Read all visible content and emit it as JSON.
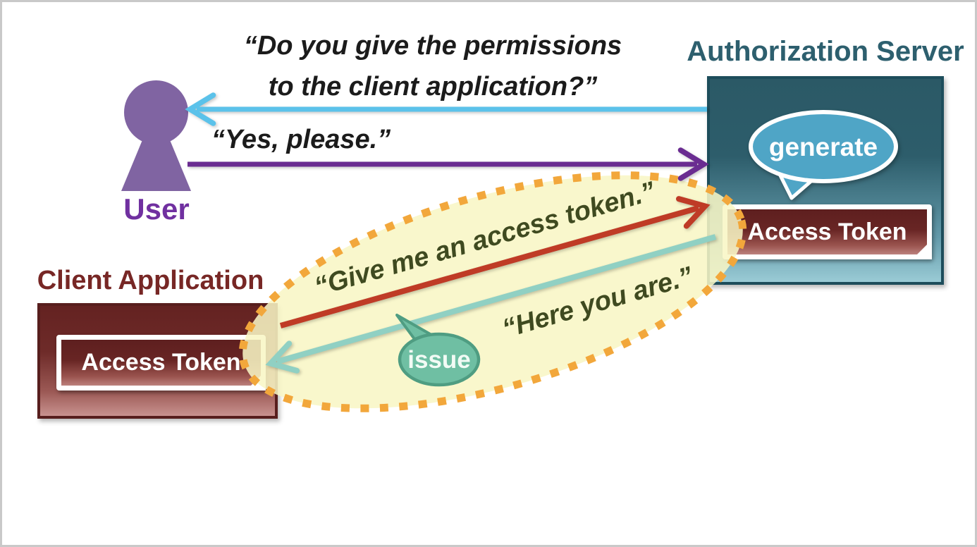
{
  "canvas": {
    "background": "#FFFFFF",
    "frame_border": "#C9C9C9"
  },
  "actors": {
    "user": {
      "label": "User",
      "label_color": "#7030A0",
      "icon": "person-icon",
      "icon_color": "#8064A2"
    },
    "authorization_server": {
      "label": "Authorization Server",
      "label_color": "#2D5F6E",
      "box_gradient_top": "#2B5966",
      "box_gradient_bottom": "#9ACBD5",
      "box_border": "#1D4D5B"
    },
    "client_application": {
      "label": "Client Application",
      "label_color": "#772725",
      "box_gradient_top": "#642221",
      "box_gradient_bottom": "#C8928F",
      "box_border": "#571E1D"
    }
  },
  "tokens": {
    "server_token_label": "Access Token",
    "client_token_label": "Access Token",
    "fill_gradient_top": "#5E1F1F",
    "fill_gradient_bottom": "#BC817D",
    "border": "#FFFFFF"
  },
  "bubbles": {
    "generate": {
      "label": "generate",
      "fill": "#4FA5C6",
      "border": "#FFFFFF"
    },
    "issue": {
      "label": "issue",
      "fill": "#6FBFA3",
      "border": "#4F9D82"
    }
  },
  "messages": {
    "consent_question_line1": "“Do you give the permissions",
    "consent_question_line2": "to the client application?”",
    "consent_answer": "“Yes, please.”",
    "token_request": "“Give me an access token.”",
    "token_response": "“Here you are.”"
  },
  "arrows": {
    "consent_question_color": "#5BC2EA",
    "consent_answer_color": "#6A2C91",
    "token_request_color": "#BF3B26",
    "token_response_color": "#90D0C3"
  },
  "highlight": {
    "ellipse_fill": "#F8F6C4",
    "ellipse_dot_color": "#F2A73B",
    "quote_text_color": "#3F4A20"
  }
}
